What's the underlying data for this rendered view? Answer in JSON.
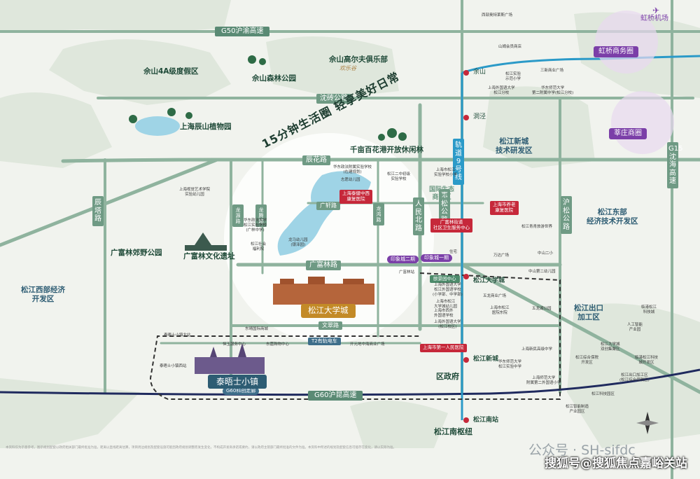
{
  "highways": {
    "g50": "G50沪渝高速",
    "g60": "G60沪昆高速",
    "g15": "G15沈海高速"
  },
  "roads": {
    "shenzhuan": "沈砖公路",
    "chenhua": "辰花路",
    "guangfulin": "广富林路",
    "guangxuan": "广轩路",
    "wencui": "文翠路",
    "chenta": "辰塔路",
    "longyuan": "龙源路",
    "longteng": "龙腾路",
    "longhong": "龙鸿路",
    "renminbei": "人民北路",
    "jiasong": "嘉松公路",
    "husong": "沪松公路"
  },
  "metro": {
    "line9": "轨道9号线",
    "t2": "T2有轨电车",
    "g60_train": "G60科创走廊"
  },
  "slogan": "15分钟生活圈  轻享美好日常",
  "stations": [
    "余山",
    "洞泾",
    "松江大学城",
    "松江新城",
    "松江南站"
  ],
  "hubs": {
    "hongqiao": "虹桥商务圈",
    "xinzhuang": "莘庄商圈",
    "airport": "虹桥机场"
  },
  "areas": {
    "sheshan_resort": "佘山4A级度假区",
    "sheshan_forest": "佘山森林公园",
    "sheshan_golf": "佘山高尔夫俱乐部",
    "chenshan": "上海辰山植物园",
    "qianmu": "千亩百花港开放休闲林",
    "guangfulin_park": "广富林郊野公园",
    "guangfulin_culture": "广富林文化遗址",
    "songjiang_west": "松江西部经济\n开发区",
    "songjiang_tech": "松江新城\n技术研发区",
    "songjiang_east": "松江东部\n经济技术开发区",
    "songjiang_export": "松江出口\n加工区",
    "intl_eco": "国际生态\n商务区",
    "university_city": "松江大学城",
    "thames": "泰晤士小镇",
    "district_gov": "区政府",
    "south_hub": "松江南枢纽",
    "mystery": "欢乐谷"
  },
  "pois": {
    "xiyue": "西部奥特莱斯广场",
    "shanyi": "山姆会员商店",
    "sheshan_school": "松江实验\n示范小学",
    "sanxin": "三新商业广场",
    "waiguoyu": "上海外国语大学\n松江分校",
    "huadong": "华东师范大学\n第二附属中学(松江分校)",
    "yangang": "华东政法附属实验学校\n(在建规划)",
    "zhiyuan": "志愿幼儿园",
    "songjiang2": "松江二中初级\n实验学校",
    "huoshan_hosp": "上海市第一人民医院",
    "yitou": "上海市第一人民医院",
    "gft_clinic": "上海泰健中西\n康复医院",
    "art": "上海视觉艺术学院\n实验幼儿园",
    "huadong_zheng": "华东政法大学\n松江实验学校\n(广林中学)",
    "songjiang_social": "松江社会\n福利院",
    "longhao": "龙马幼儿园\n(银泽园)",
    "guangfu_center": "广富林街道\n社区卫生服务中心",
    "songjiang_sx": "上海市松江\n实验学校小学",
    "jiali": "上海市养老\n康复医院",
    "songjiang_qm": "松江青青旅游世界",
    "wanda": "万达广场",
    "zhongshan2": "中山二小",
    "zhongshan_k": "中山第二幼儿园",
    "yinxiang": "印象城二期",
    "yinxiang1": "印象城一期",
    "zhuzhai": "住宅",
    "guangfu_ml": "广富林站",
    "yiyuan": "颐景园中心",
    "dongjing": "东晴国际商城",
    "dongjia": "东嘉购物中心",
    "kaiyuan": "开元地中海商业广场",
    "hengfeng": "恒玉服务中心",
    "thames_north": "泰晤士小镇北站",
    "thames_west": "泰晤士小镇西站",
    "sjwgy": "上海外国语大学\n松江外国语学校\n(小学部、中学部)",
    "sjwgy_k": "上海市松江\n大学城幼儿园",
    "huaxi": "上海市西外\n外国语学校",
    "sjgg": "上海外国语大学\n(松江校区)",
    "wulong": "五龙商业广场",
    "wulong_park": "五龙湖公园",
    "sjsh": "上海市松江\n医院东院",
    "lianhua": "上海新民高级中学",
    "huadong_fs": "华东师范大学\n松江实验中学",
    "sjsh2": "上海师范大学\n附属第二外国语小学",
    "right1": "临港松江\n科技城",
    "right2": "人工智能\n产业园",
    "right3": "松江大学城\n双创集聚区",
    "right4": "松江综合保税\n开发区",
    "right5": "临港松江科技\n城开发区",
    "right6": "松江出口加工区\n(松江综合保税区)",
    "right7": "松江科技园区",
    "right8": "松江智能制造\n产业园区"
  },
  "footer": {
    "disclaimer": "本资料仅为示意参考，图示规划配套以政府相关部门最终批准为准，距离以直线距离估算，项目周边规划及配套设施可能因政府规划调整而发生变化，不构成开发商承诺或要约，请以政府主管部门最终批准的文件为准。本资料中所述的规划及配套信息可能存在变化，请以实际为准。",
    "wechat": "公众号 · SH-sifdc",
    "watermark": "搜狐号@搜狐焦点嘉峪关站"
  },
  "colors": {
    "road": "#6f9a84",
    "highway": "#1f2a5e",
    "metro": "#2b9ac8",
    "accent_red": "#c6283a",
    "purple": "#7b3fa8"
  }
}
